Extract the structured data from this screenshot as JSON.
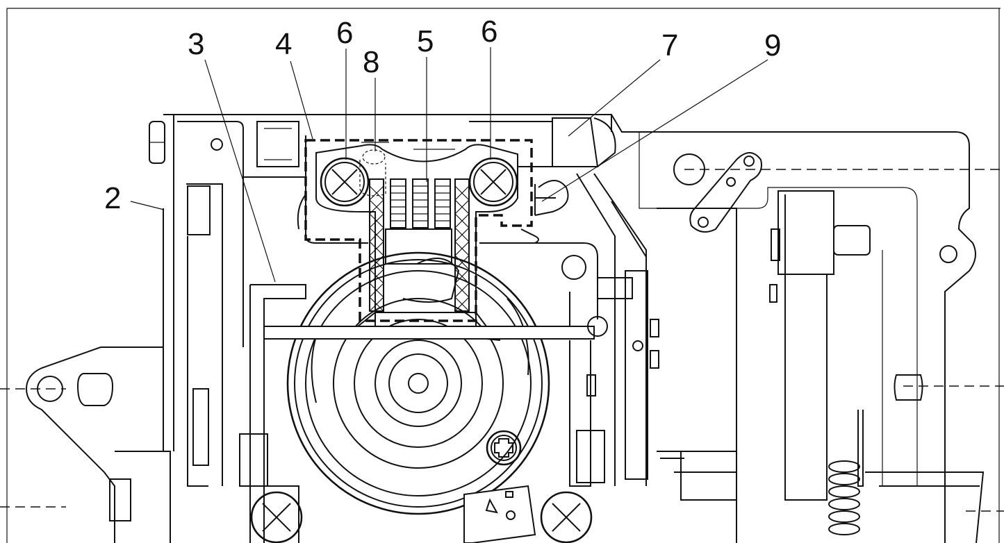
{
  "callouts": [
    {
      "id": "label-2",
      "text": "2"
    },
    {
      "id": "label-3",
      "text": "3"
    },
    {
      "id": "label-4",
      "text": "4"
    },
    {
      "id": "label-6a",
      "text": "6"
    },
    {
      "id": "label-8",
      "text": "8"
    },
    {
      "id": "label-5",
      "text": "5"
    },
    {
      "id": "label-6b",
      "text": "6"
    },
    {
      "id": "label-7",
      "text": "7"
    },
    {
      "id": "label-9",
      "text": "9"
    }
  ]
}
